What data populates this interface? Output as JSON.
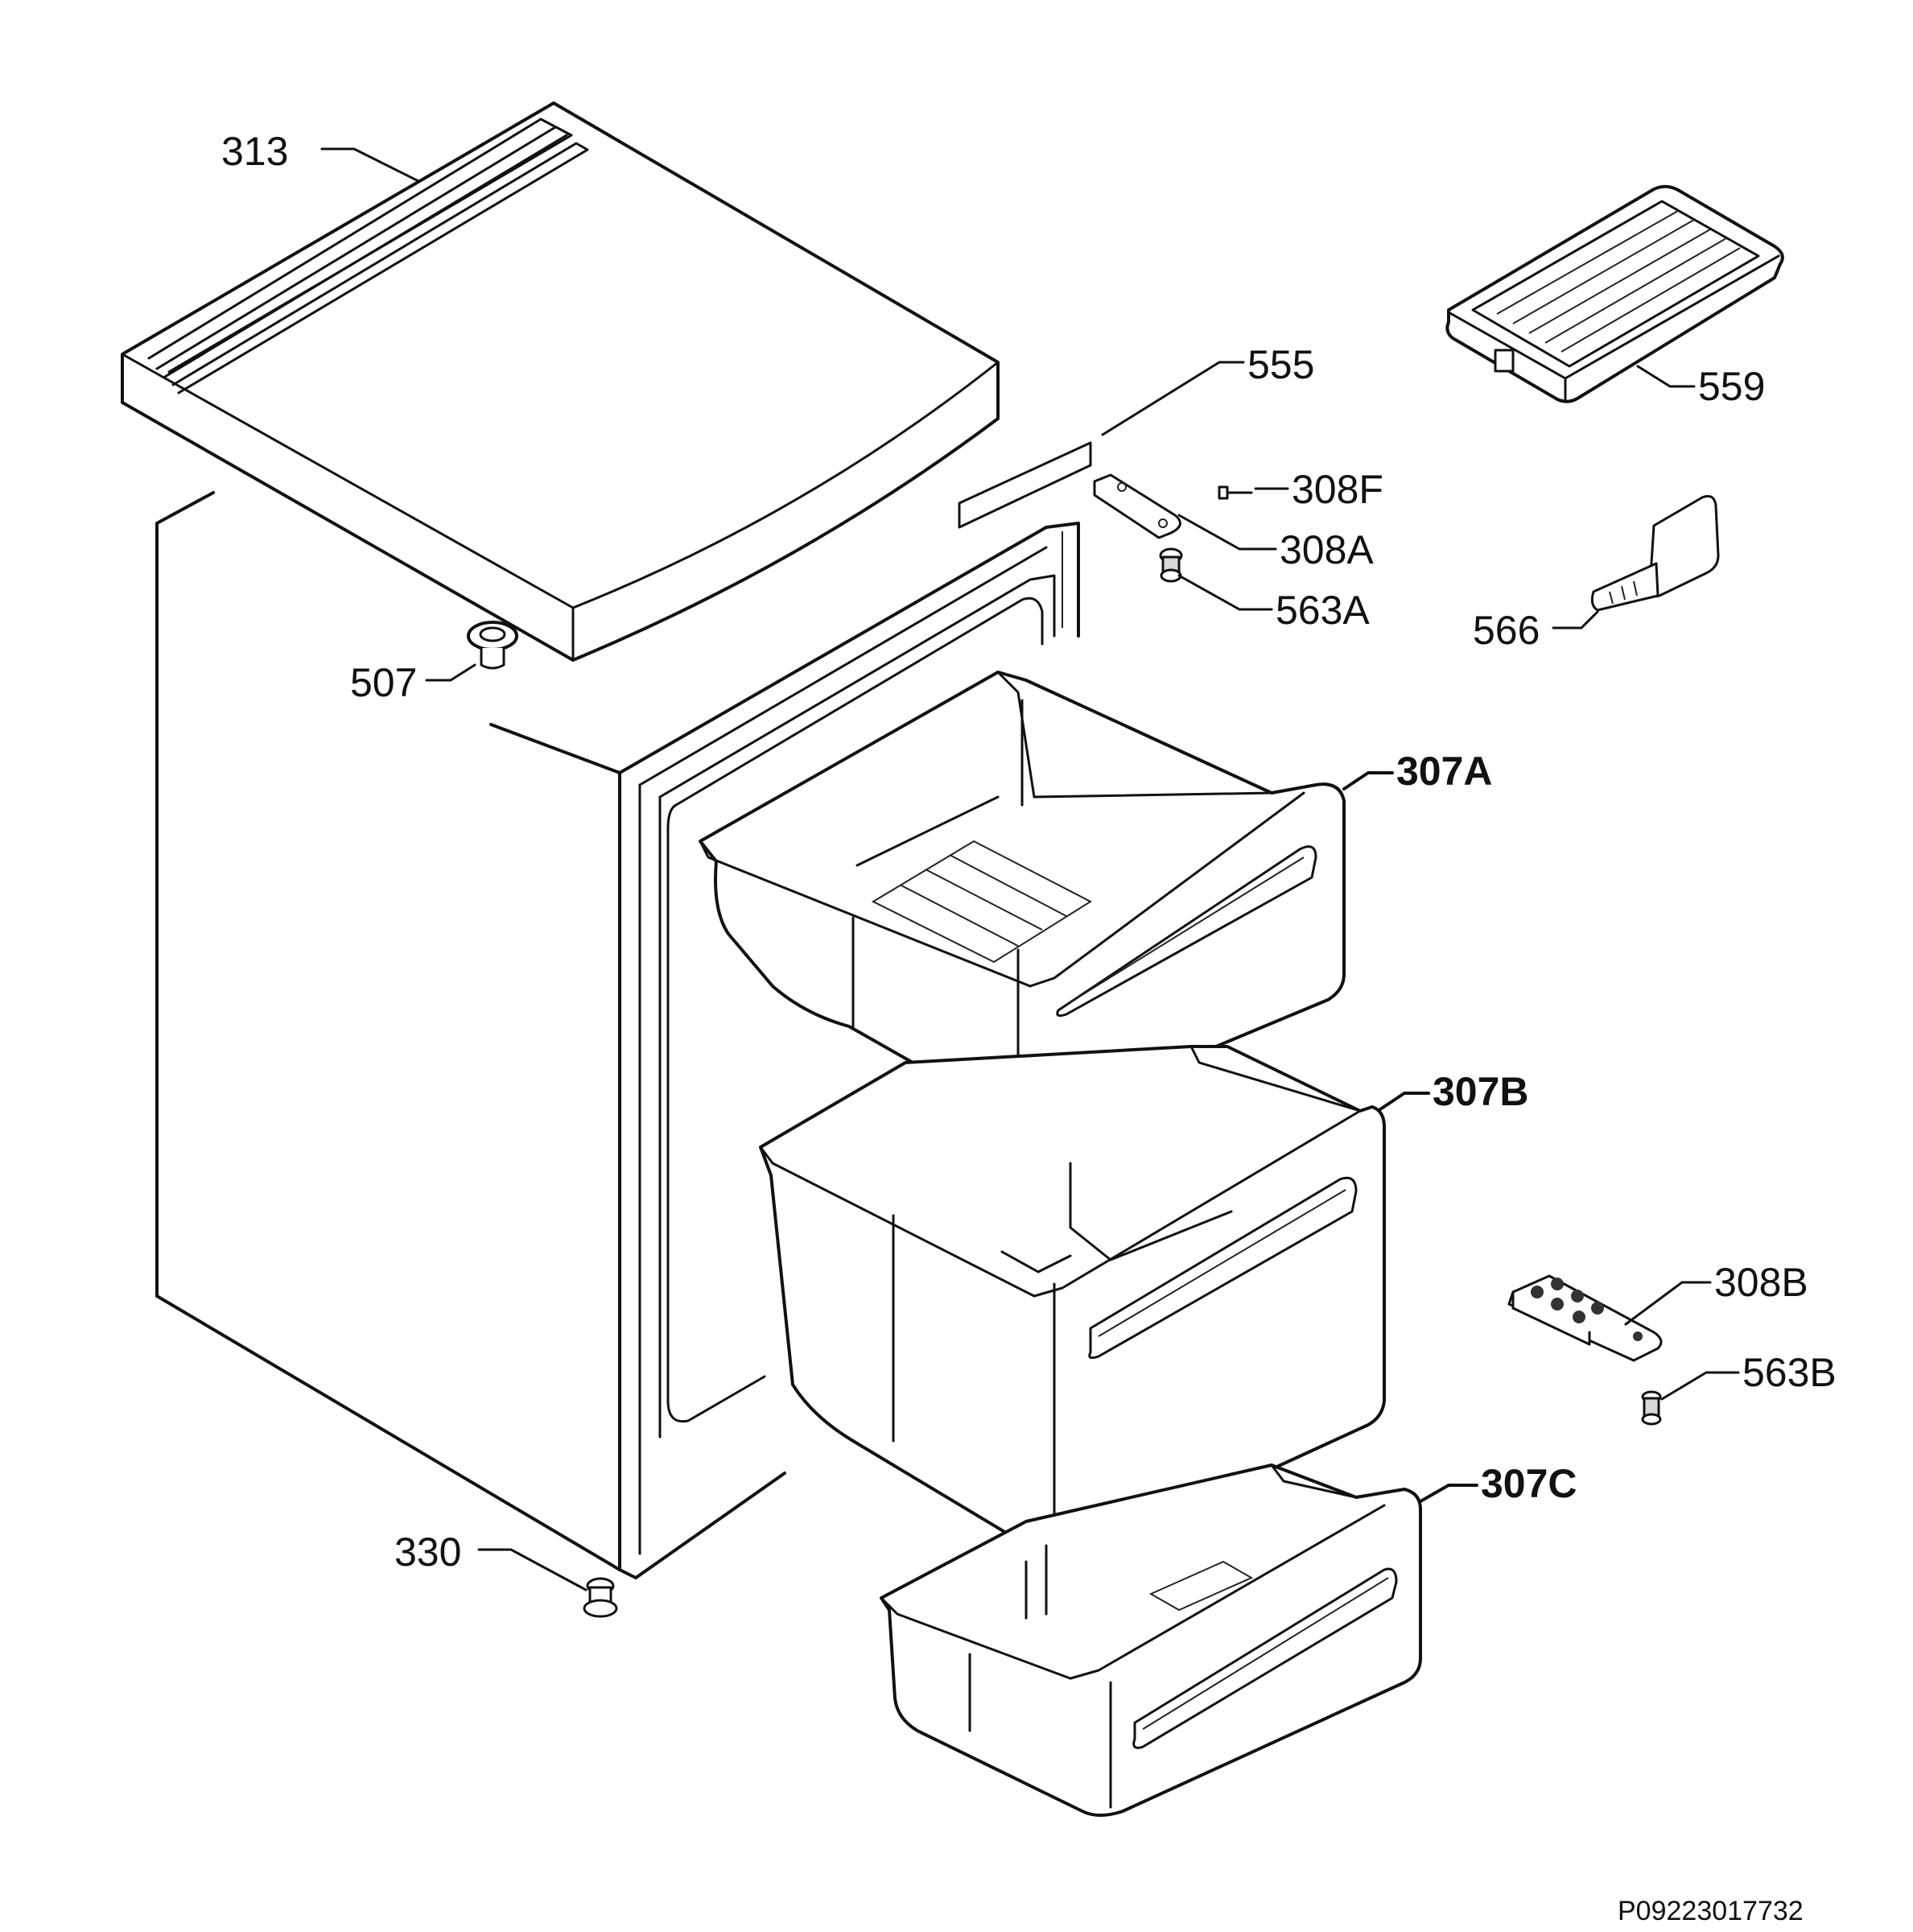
{
  "labels": {
    "top_panel": "313",
    "seal_strip": "555",
    "ice_tray": "559",
    "screw_308f": "308F",
    "hinge_top": "308A",
    "pin_563a": "563A",
    "scraper": "566",
    "plug_507": "507",
    "drawer_a": "307A",
    "drawer_b": "307B",
    "drawer_c": "307C",
    "hinge_bottom": "308B",
    "pin_563b": "563B",
    "foot": "330"
  },
  "reference_code": "P09223017732"
}
